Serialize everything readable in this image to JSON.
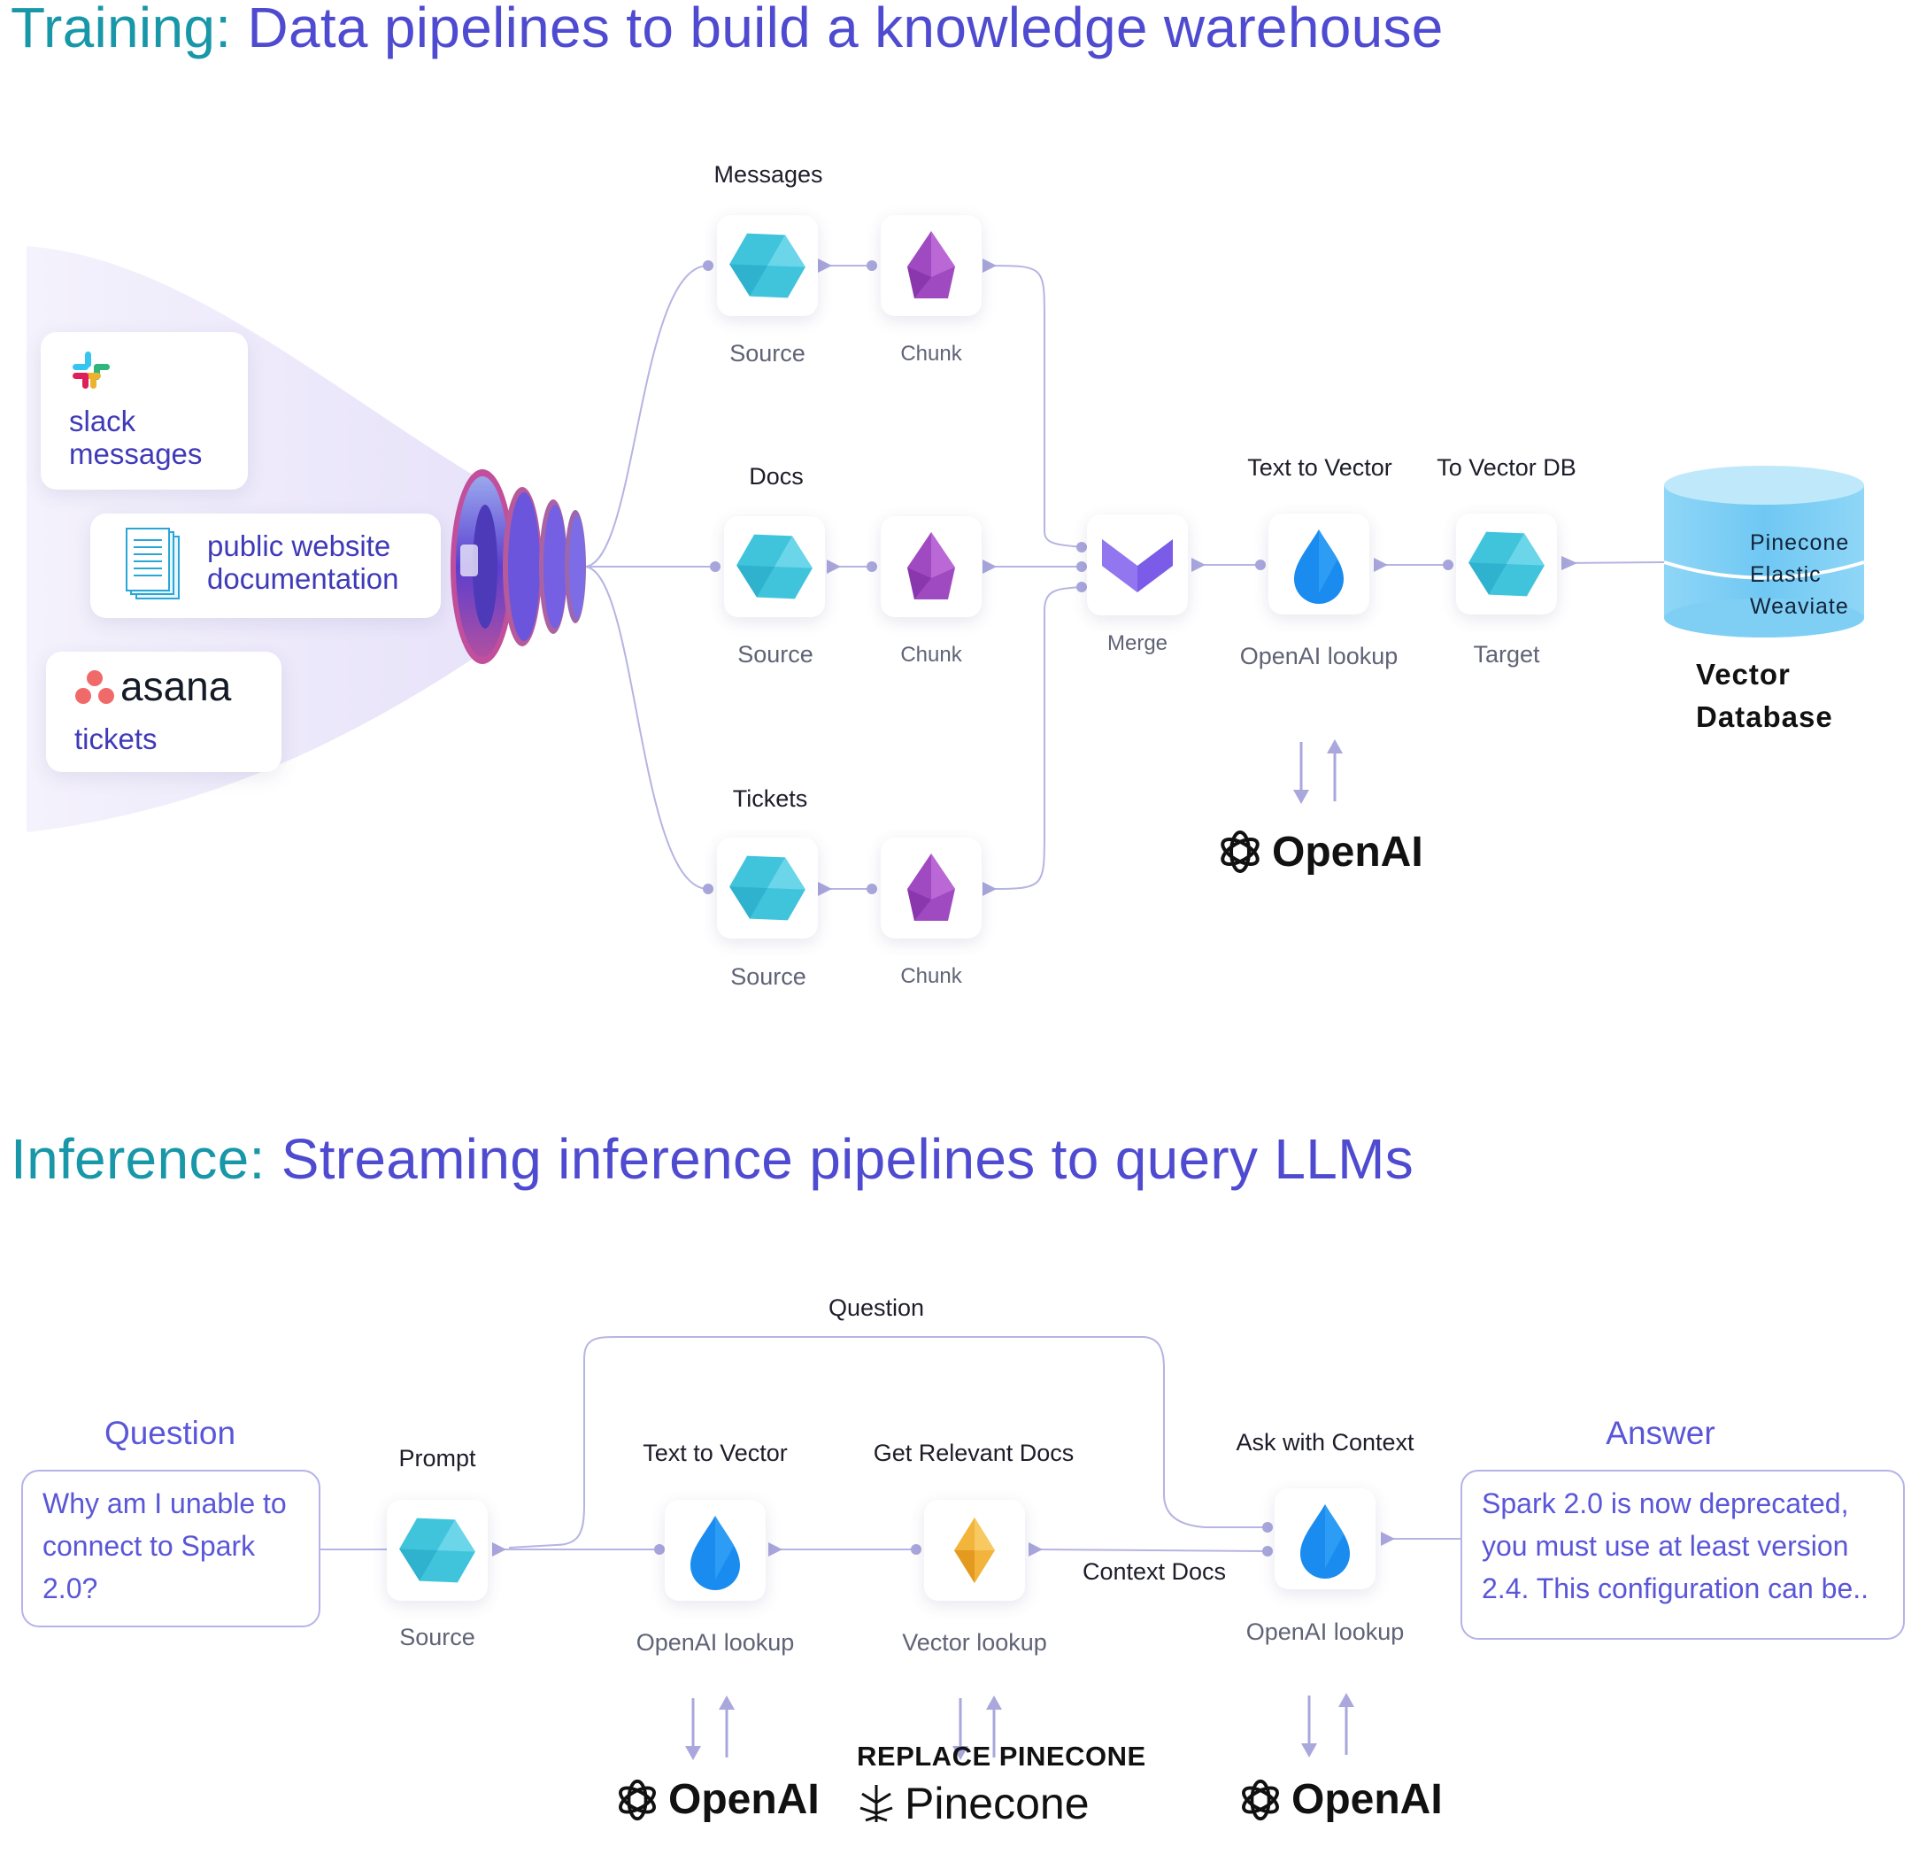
{
  "training": {
    "title_prefix": "Training:",
    "title_rest": "Data pipelines to build a knowledge warehouse",
    "sources": {
      "slack": "slack\nmessages",
      "website_line1": "public website",
      "website_line2": "documentation",
      "asana_logo": "asana",
      "asana_label": "tickets"
    },
    "rows": [
      {
        "label": "Messages",
        "source": "Source",
        "chunk": "Chunk"
      },
      {
        "label": "Docs",
        "source": "Source",
        "chunk": "Chunk"
      },
      {
        "label": "Tickets",
        "source": "Source",
        "chunk": "Chunk"
      }
    ],
    "merge": "Merge",
    "text_to_vector": "Text to Vector",
    "openai_lookup": "OpenAI lookup",
    "to_vector_db": "To Vector DB",
    "target": "Target",
    "db_items": [
      "Pinecone",
      "Elastic",
      "Weaviate"
    ],
    "db_caption_1": "Vector",
    "db_caption_2": "Database",
    "openai_logo": "OpenAI"
  },
  "inference": {
    "title_prefix": "Inference:",
    "title_rest": "Streaming inference pipelines to query LLMs",
    "question_title": "Question",
    "question_text": "Why am I unable to connect to Spark 2.0?",
    "prompt": "Prompt",
    "source": "Source",
    "question_edge": "Question",
    "text_to_vector": "Text to Vector",
    "openai_lookup_1": "OpenAI lookup",
    "get_relevant_docs": "Get Relevant Docs",
    "vector_lookup": "Vector lookup",
    "context_docs": "Context Docs",
    "ask_with_context": "Ask with Context",
    "openai_lookup_2": "OpenAI lookup",
    "answer_title": "Answer",
    "answer_text": "Spark 2.0 is now deprecated, you must use at least version 2.4. This configuration can be..",
    "replace_pinecone": "REPLACE PINECONE",
    "pinecone_logo": "Pinecone",
    "openai_logo_1": "OpenAI",
    "openai_logo_2": "OpenAI"
  },
  "colors": {
    "teal": "#1797a8",
    "indigo": "#4f4bd1",
    "connector": "#a9a7dc",
    "hex": "#3ec7e0",
    "gem": "#a04ac2",
    "drop": "#1a8cf0",
    "diamond": "#f2b43a"
  }
}
